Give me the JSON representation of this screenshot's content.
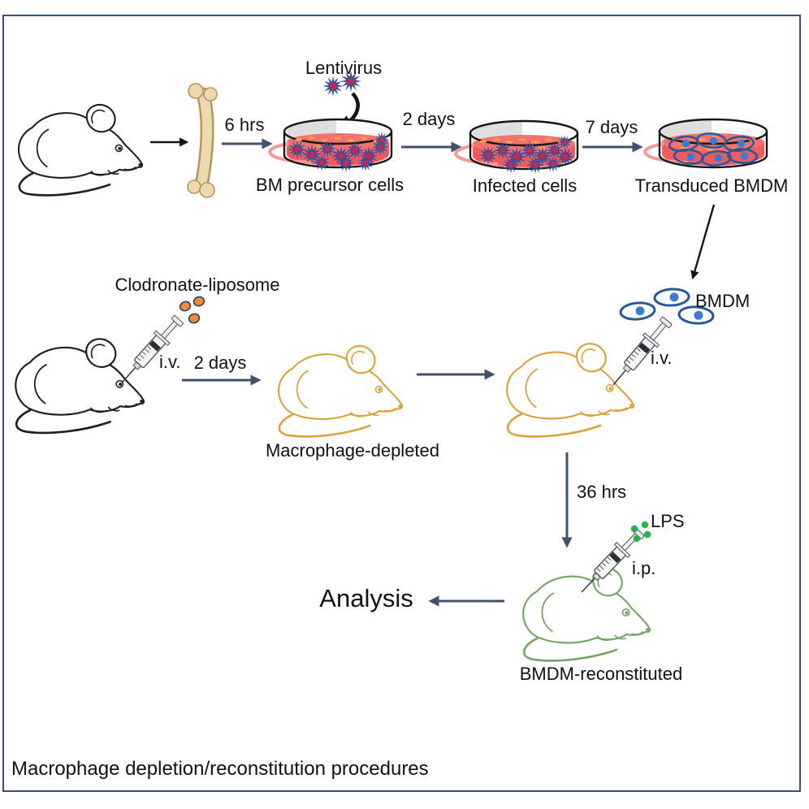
{
  "figure": {
    "caption": "Macrophage depletion/reconstitution procedures",
    "labels": {
      "lentivirus": "Lentivirus",
      "hrs_6": "6 hrs",
      "bm_precursor_cells": "BM precursor cells",
      "days_2_infection": "2 days",
      "infected_cells": "Infected cells",
      "days_7": "7 days",
      "transduced_bmdm": "Transduced BMDM",
      "clodronate_liposome": "Clodronate-liposome",
      "iv_first": "i.v.",
      "days_2_depletion": "2 days",
      "macrophage_depleted": "Macrophage-depleted",
      "bmdm": "BMDM",
      "iv_second": "i.v.",
      "hrs_36": "36 hrs",
      "lps": "LPS",
      "ip": "i.p.",
      "bmdm_reconstituted": "BMDM-reconstituted",
      "analysis": "Analysis"
    },
    "colors": {
      "border": "#374f80",
      "flow_arrow": "#42526e",
      "black_arrow": "#141414",
      "wild_mouse_outline": "#1f1f1f",
      "depleted_mouse_outline": "#d9a23d",
      "reconstituted_mouse_outline": "#76a563",
      "culture_media_red": "#ee5c5e",
      "virus_cell_blue": "#3b4da0",
      "virus_core_red": "#c62a46",
      "bmdm_cell_outline": "#2b579a",
      "bmdm_nucleus_blue": "#3a7bd5",
      "liposome_orange": "#ee8a3a",
      "lps_green": "#27b24a",
      "bone_tan": "#ecd9ad"
    }
  }
}
